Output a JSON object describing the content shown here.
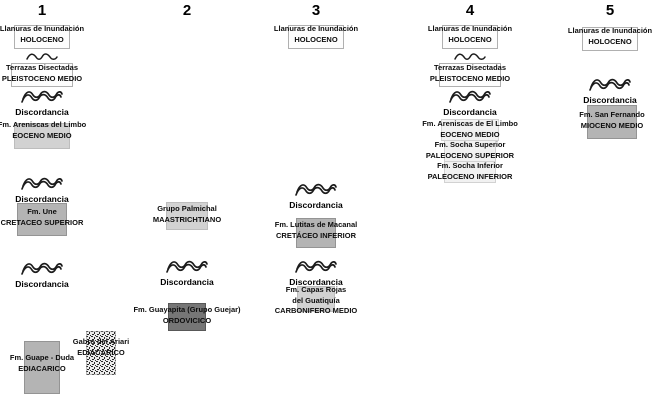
{
  "diagram_type": "stratigraphic correlation chart",
  "labels": {
    "discordancia": "Discordancia"
  },
  "colors": {
    "background": "#ffffff",
    "text": "#111111",
    "box_outline_border": "#b0b0b0",
    "box_light_fill": "#d2d2d2",
    "box_mid_fill": "#b4b4b4",
    "box_dark_fill": "#767676"
  },
  "columns": [
    {
      "number": "1",
      "units": [
        {
          "name": "Llanuras de Inundación",
          "age": "HOLOCENO"
        },
        {
          "name": "Terrazas Disectadas",
          "age": "PLEISTOCENO MEDIO"
        },
        {
          "name": "Fm. Areniscas del Limbo",
          "age": "EOCENO MEDIO"
        },
        {
          "name": "Fm. Une",
          "age": "CRETACEO SUPERIOR"
        },
        {
          "name": "Fm. Guape - Duda",
          "age": "EDIACARICO"
        },
        {
          "name": "Gabro del Ariari",
          "age": "EDIACARICO"
        }
      ]
    },
    {
      "number": "2",
      "units": [
        {
          "name": "Grupo Palmichal",
          "age": "MAASTRICHTIANO"
        },
        {
          "name": "Fm. Guayapita (Grupo Guejar)",
          "age": "ORDOVICICO"
        }
      ]
    },
    {
      "number": "3",
      "units": [
        {
          "name": "Llanuras de Inundación",
          "age": "HOLOCENO"
        },
        {
          "name": "Fm. Lutitas de Macanal",
          "age": "CRETÁCEO INFERIOR"
        },
        {
          "name": "Fm. Capas Rojas",
          "name2": "del Guatiquía",
          "age": "CARBONIFERO MEDIO"
        }
      ]
    },
    {
      "number": "4",
      "units": [
        {
          "name": "Llanuras de Inundación",
          "age": "HOLOCENO"
        },
        {
          "name": "Terrazas Disectadas",
          "age": "PLEISTOCENO MEDIO"
        },
        {
          "name": "Fm. Areniscas de El Limbo",
          "age": "EOCENO MEDIO"
        },
        {
          "name": "Fm. Socha Superior",
          "age": "PALEOCENO SUPERIOR"
        },
        {
          "name": "Fm. Socha Inferior",
          "age": "PALEOCENO INFERIOR"
        }
      ]
    },
    {
      "number": "5",
      "units": [
        {
          "name": "Llanuras de Inundación",
          "age": "HOLOCENO"
        },
        {
          "name": "Fm. San Fernando",
          "age": "MIOCENO MEDIO"
        }
      ]
    }
  ]
}
